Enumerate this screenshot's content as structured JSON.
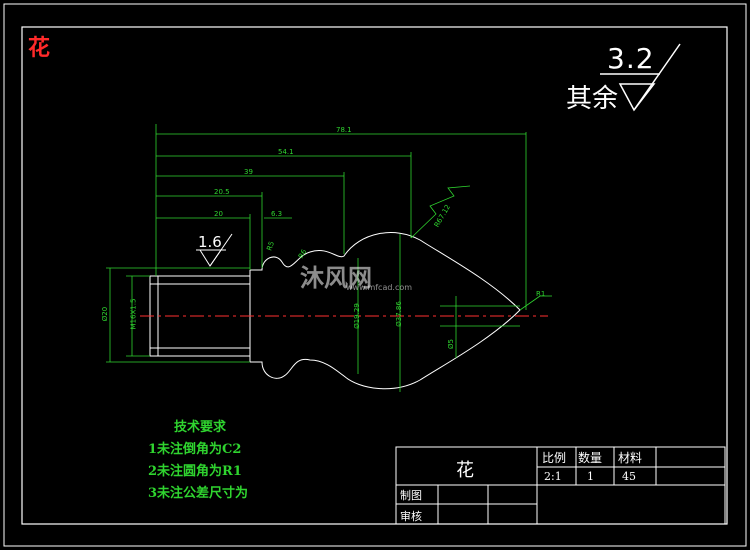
{
  "drawing": {
    "title": "花",
    "roughness": {
      "rest_label": "其余",
      "rest_value": "3.2",
      "surface_value": "1.6"
    },
    "dimensions": {
      "d781": "78.1",
      "d541": "54.1",
      "d39": "39",
      "d205": "20.5",
      "d20": "20",
      "d63": "6.3",
      "thread": "M16X1.5",
      "dia20": "Ø20",
      "dia1929": "Ø19.29",
      "dia3786": "Ø37.86",
      "dia5": "Ø5",
      "r1": "R1",
      "r_big": "R67.12",
      "r5": "R5",
      "r_small": "R6"
    },
    "tech_notes": {
      "title": "技术要求",
      "items": [
        "1未注倒角为C2",
        "2未注圆角为R1",
        "3未注公差尺寸为"
      ]
    },
    "title_block": {
      "name": "花",
      "headers": [
        "比例",
        "数量",
        "材料"
      ],
      "values": [
        "2:1",
        "1",
        "45"
      ],
      "drawn_by": "制图",
      "checked_by": "审核"
    },
    "watermark": {
      "brand": "沐风网",
      "url": "www.mfcad.com"
    }
  }
}
